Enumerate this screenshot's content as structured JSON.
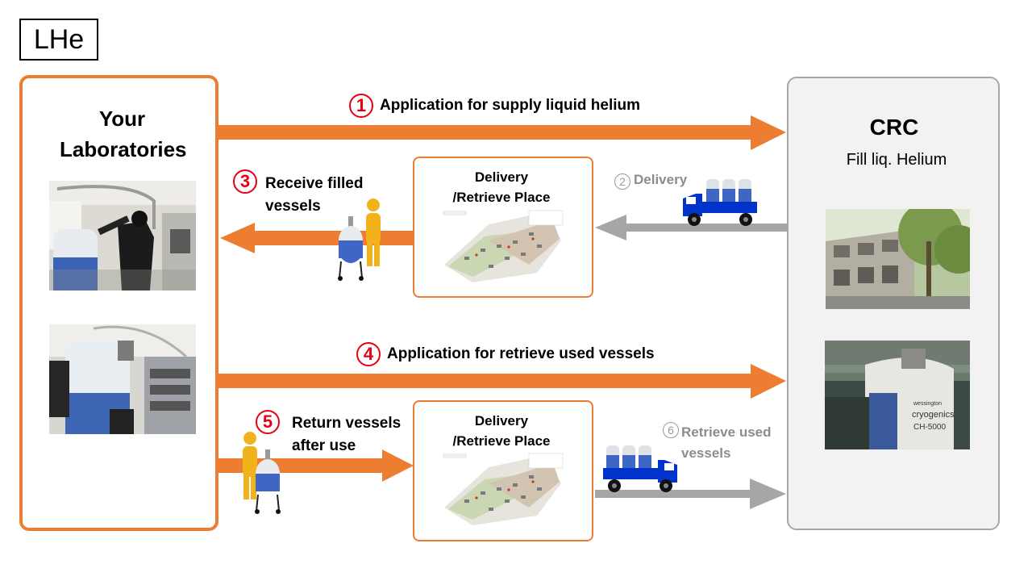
{
  "header": {
    "title": "LHe"
  },
  "lab": {
    "title": "Your Laboratories"
  },
  "crc": {
    "title": "CRC",
    "subtitle": "Fill liq. Helium"
  },
  "place": {
    "title": "Delivery /Retrieve Place"
  },
  "steps": [
    {
      "num": "1",
      "label": "Application for supply liquid helium"
    },
    {
      "num": "2",
      "label": "Delivery"
    },
    {
      "num": "3",
      "label": "Receive filled vessels"
    },
    {
      "num": "4",
      "label": "Application for retrieve used vessels"
    },
    {
      "num": "5",
      "label": "Return vessels after use"
    },
    {
      "num": "6",
      "label": "Retrieve used vessels"
    }
  ],
  "photo_text": {
    "cryostat_label": "wessington cryogenics CH-5000"
  },
  "colors": {
    "orange": "#ed7d31",
    "red": "#e60012",
    "grey_arrow": "#a6a6a6",
    "truck_blue": "#0033cc",
    "person": "#f2b21c"
  }
}
